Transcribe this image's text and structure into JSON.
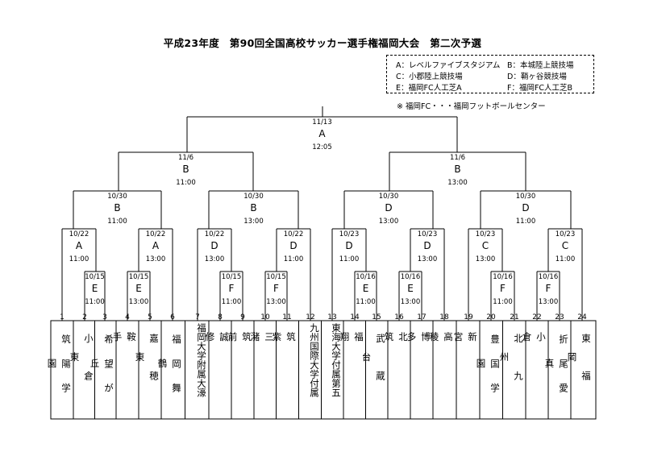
{
  "title": "平成23年度　第90回全国高校サッカー選手権福岡大会　第二次予選",
  "legend": {
    "a": "A：レベルファイブスタジアム",
    "b": "B：本城陸上競技場",
    "c": "C：小郡陸上競技場",
    "d": "D：鞘ヶ谷競技場",
    "e": "E：福岡FC人工芝A",
    "f": "F：福岡FC人工芝B"
  },
  "note": "※ 福岡FC・・・福岡フットボールセンター",
  "matches": [
    {
      "date": "11/13",
      "venue": "A",
      "time": "12:05"
    },
    {
      "date": "11/6",
      "venue": "B",
      "time": "11:00"
    },
    {
      "date": "11/6",
      "venue": "B",
      "time": "13:00"
    },
    {
      "date": "10/30",
      "venue": "B",
      "time": "11:00"
    },
    {
      "date": "10/30",
      "venue": "B",
      "time": "13:00"
    },
    {
      "date": "10/30",
      "venue": "D",
      "time": "13:00"
    },
    {
      "date": "10/30",
      "venue": "D",
      "time": "11:00"
    },
    {
      "date": "10/22",
      "venue": "A",
      "time": "11:00"
    },
    {
      "date": "10/22",
      "venue": "A",
      "time": "13:00"
    },
    {
      "date": "10/22",
      "venue": "D",
      "time": "13:00"
    },
    {
      "date": "10/22",
      "venue": "D",
      "time": "11:00"
    },
    {
      "date": "10/23",
      "venue": "D",
      "time": "11:00"
    },
    {
      "date": "10/23",
      "venue": "D",
      "time": "13:00"
    },
    {
      "date": "10/23",
      "venue": "C",
      "time": "13:00"
    },
    {
      "date": "10/23",
      "venue": "C",
      "time": "11:00"
    },
    {
      "date": "10/15",
      "venue": "E",
      "time": "11:00"
    },
    {
      "date": "10/15",
      "venue": "E",
      "time": "13:00"
    },
    {
      "date": "10/15",
      "venue": "F",
      "time": "11:00"
    },
    {
      "date": "10/15",
      "venue": "F",
      "time": "13:00"
    },
    {
      "date": "10/16",
      "venue": "E",
      "time": "11:00"
    },
    {
      "date": "10/16",
      "venue": "E",
      "time": "13:00"
    },
    {
      "date": "10/16",
      "venue": "F",
      "time": "11:00"
    },
    {
      "date": "10/16",
      "venue": "F",
      "time": "13:00"
    }
  ],
  "teams": [
    {
      "no": "1",
      "name": "筑陽学園"
    },
    {
      "no": "2",
      "name": "小倉東"
    },
    {
      "no": "3",
      "name": "希望が丘"
    },
    {
      "no": "4",
      "name": "鞍手"
    },
    {
      "no": "5",
      "name": "嘉穂東"
    },
    {
      "no": "6",
      "name": "福岡舞鶴"
    },
    {
      "no": "7",
      "name": "福岡大学附属大濠"
    },
    {
      "no": "8",
      "name": "誠修"
    },
    {
      "no": "9",
      "name": "筑前"
    },
    {
      "no": "10",
      "name": "三潴"
    },
    {
      "no": "11",
      "name": "筑紫"
    },
    {
      "no": "12",
      "name": "九州国際大学付属"
    },
    {
      "no": "13",
      "name": "東海大学付属第五"
    },
    {
      "no": "14",
      "name": "福翔"
    },
    {
      "no": "15",
      "name": "武蔵台"
    },
    {
      "no": "16",
      "name": "北筑"
    },
    {
      "no": "17",
      "name": "博多"
    },
    {
      "no": "18",
      "name": "高稜"
    },
    {
      "no": "19",
      "name": "新宮"
    },
    {
      "no": "20",
      "name": "豊国学園"
    },
    {
      "no": "21",
      "name": "北九州"
    },
    {
      "no": "22",
      "name": "小倉"
    },
    {
      "no": "23",
      "name": "折尾愛真"
    },
    {
      "no": "24",
      "name": "東福岡"
    }
  ]
}
